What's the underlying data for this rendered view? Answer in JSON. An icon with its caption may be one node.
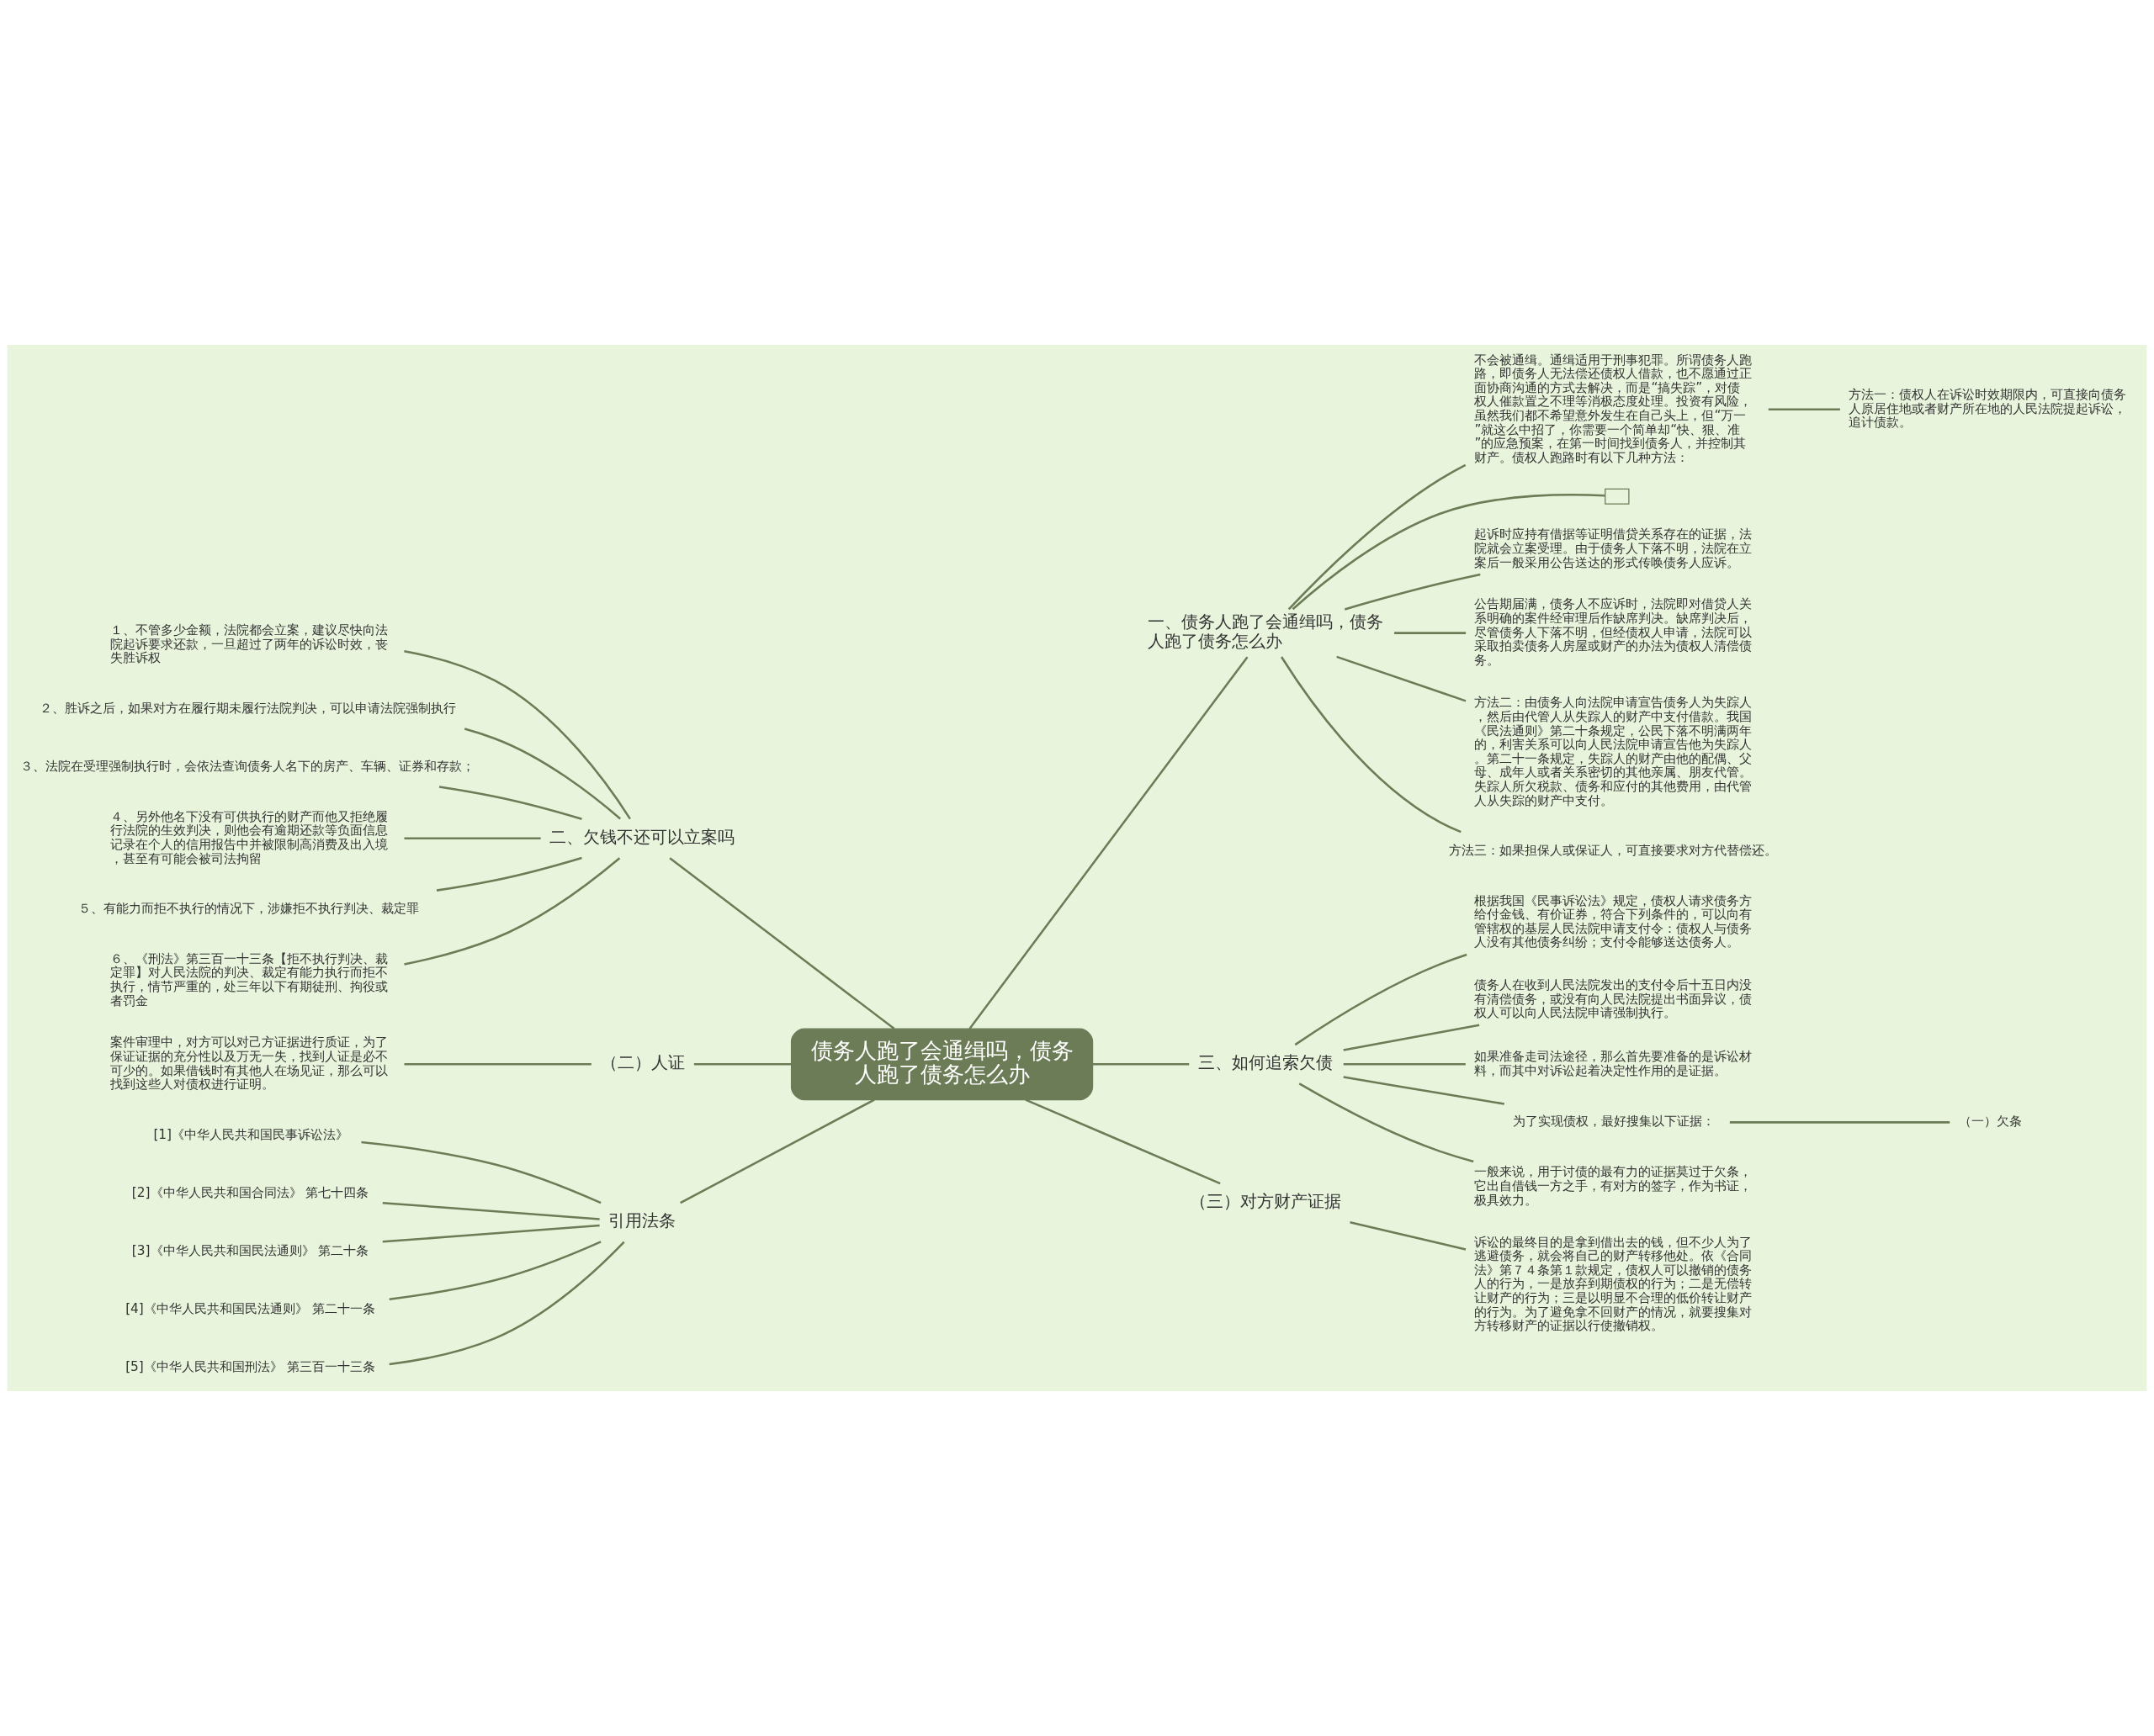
{
  "diagram": {
    "nodes": [
      {
        "text": [
          "债务人跑了会通缉吗，债务人跑了债务怎么办"
        ]
      },
      {
        "text": [
          "一、债务人跑了会通缉吗，债务人跑了债务怎么办"
        ]
      },
      {
        "text": [
          "不会被通缉。通缉适用于刑事犯罪。所谓债务人跑路，即债务人无法偿还债权人借款，也不愿通过正面协商沟通的方式去解决，而是“搞失踪”，对债权人催款置之不理等消极态度处理。投资有风险，虽然我们都不希望意外发生在自己头上，但“万一”就这么中招了，你需要一个简单却“快、狠、准”的应急预案，在第一时间找到债务人，并控制其财产。债权人跑路时有以下几种方法："
        ]
      },
      {
        "text": [
          "方法一：债权人在诉讼时效期限内，可直接向债务人原居住地或者财产所在地的人民法院提起诉讼，追计债款。"
        ]
      },
      {
        "text": [],
        "shape": "box"
      },
      {
        "text": [
          "起诉时应持有借据等证明借贷关系存在的证据，法院就会立案受理。由于债务人下落不明，法院在立案后一般采用公告送达的形式传唤债务人应诉。"
        ]
      },
      {
        "text": [
          "公告期届满，债务人不应诉时，法院即对借贷人关系明确的案件经审理后作缺席判决。缺席判决后，尽管债务人下落不明，但经债权人申请，法院可以采取拍卖债务人房屋或财产的办法为债权人清偿债务。"
        ]
      },
      {
        "text": [
          "方法二：由债务人向法院申请宣告债务人为失踪人，然后由代管人从失踪人的财产中支付借款。我国《民法通则》第二十条规定，公民下落不明满两年的，利害关系可以向人民法院申请宣告他为失踪人。第二十一条规定，失踪人的财产由他的配偶、父母、成年人或者关系密切的其他亲属、朋友代管。失踪人所欠税款、债务和应付的其他费用，由代管人从失踪的财产中支付。"
        ]
      },
      {
        "text": [
          "方法三：如果担保人或保证人，可直接要求对方代替偿还。"
        ]
      },
      {
        "text": [
          "三、如何追索欠债"
        ]
      },
      {
        "text": [
          "根据我国《民事诉讼法》规定，债权人请求债务方给付金钱、有价证券，符合下列条件的，可以向有管辖权的基层人民法院申请支付令：债权人与债务人没有其他债务纠纷；支付令能够送达债务人。"
        ]
      },
      {
        "text": [
          "债务人在收到人民法院发出的支付令后十五日内没有清偿债务，或没有向人民法院提出书面异议，债权人可以向人民法院申请强制执行。"
        ]
      },
      {
        "text": [
          "如果准备走司法途径，那么首先要准备的是诉讼材料，而其中对诉讼起着决定性作用的是证据。"
        ]
      },
      {
        "text": [
          "为了实现债权，最好搜集以下证据："
        ]
      },
      {
        "text": [
          "（一）欠条"
        ]
      },
      {
        "text": [
          "一般来说，用于讨债的最有力的证据莫过于欠条，它出自借钱一方之手，有对方的签字，作为书证，极具效力。"
        ]
      },
      {
        "text": [
          "（三）对方财产证据"
        ]
      },
      {
        "text": [
          "诉讼的最终目的是拿到借出去的钱，但不少人为了逃避债务，就会将自己的财产转移他处。依《合同法》第７４条第１款规定，债权人可以撤销的债务人的行为，一是放弃到期债权的行为；二是无偿转让财产的行为；三是以明显不合理的低价转让财产的行为。为了避免拿不回财产的情况，就要搜集对方转移财产的证据以行使撤销权。"
        ]
      },
      {
        "text": [
          "二、欠钱不还可以立案吗"
        ]
      },
      {
        "text": [
          "１、不管多少金额，法院都会立案，建议尽快向法院起诉要求还款，一旦超过了两年的诉讼时效，丧失胜诉权"
        ]
      },
      {
        "text": [
          "２、胜诉之后，如果对方在履行期未履行法院判决，可以申请法院强制执行"
        ]
      },
      {
        "text": [
          "３、法院在受理强制执行时，会依法查询债务人名下的房产、车辆、证券和存款；"
        ]
      },
      {
        "text": [
          "４、另外他名下没有可供执行的财产而他又拒绝履行法院的生效判决，则他会有逾期还款等负面信息记录在个人的信用报告中并被限制高消费及出入境，甚至有可能会被司法拘留"
        ]
      },
      {
        "text": [
          "５、有能力而拒不执行的情况下，涉嫌拒不执行判决、裁定罪"
        ]
      },
      {
        "text": [
          "６、《刑法》第三百一十三条【拒不执行判决、裁定罪】对人民法院的判决、裁定有能力执行而拒不执行，情节严重的，处三年以下有期徒刑、拘役或者罚金"
        ]
      },
      {
        "text": [
          "（二）人证"
        ]
      },
      {
        "text": [
          "案件审理中，对方可以对己方证据进行质证，为了保证证据的充分性以及万无一失，找到人证是必不可少的。如果借钱时有其他人在场见证，那么可以找到这些人对债权进行证明。"
        ]
      },
      {
        "text": [
          "引用法条"
        ]
      },
      {
        "text": [
          "[1]《中华人民共和国民事诉讼法》"
        ]
      },
      {
        "text": [
          "[2]《中华人民共和国合同法》 第七十四条"
        ]
      },
      {
        "text": [
          "[3]《中华人民共和国民法通则》 第二十条"
        ]
      },
      {
        "text": [
          "[4]《中华人民共和国民法通则》 第二十一条"
        ]
      },
      {
        "text": [
          "[5]《中华人民共和国刑法》 第三百一十三条"
        ]
      }
    ],
    "edges": [
      {
        "from": 0,
        "to": 1,
        "arrow": "none"
      },
      {
        "from": 1,
        "to": 2,
        "arrow": "none"
      },
      {
        "from": 2,
        "to": 3,
        "arrow": "none"
      },
      {
        "from": 1,
        "to": 4,
        "arrow": "none"
      },
      {
        "from": 1,
        "to": 5,
        "arrow": "none"
      },
      {
        "from": 1,
        "to": 6,
        "arrow": "none"
      },
      {
        "from": 1,
        "to": 7,
        "arrow": "none"
      },
      {
        "from": 1,
        "to": 8,
        "arrow": "none"
      },
      {
        "from": 0,
        "to": 9,
        "arrow": "none"
      },
      {
        "from": 9,
        "to": 10,
        "arrow": "none"
      },
      {
        "from": 9,
        "to": 11,
        "arrow": "none"
      },
      {
        "from": 9,
        "to": 12,
        "arrow": "none"
      },
      {
        "from": 9,
        "to": 13,
        "arrow": "none"
      },
      {
        "from": 13,
        "to": 14,
        "arrow": "none"
      },
      {
        "from": 9,
        "to": 15,
        "arrow": "none"
      },
      {
        "from": 0,
        "to": 16,
        "arrow": "none"
      },
      {
        "from": 16,
        "to": 17,
        "arrow": "none"
      },
      {
        "from": 18,
        "to": 0,
        "arrow": "none"
      },
      {
        "from": 19,
        "to": 18,
        "arrow": "none"
      },
      {
        "from": 20,
        "to": 18,
        "arrow": "none"
      },
      {
        "from": 21,
        "to": 18,
        "arrow": "none"
      },
      {
        "from": 22,
        "to": 18,
        "arrow": "none"
      },
      {
        "from": 23,
        "to": 18,
        "arrow": "none"
      },
      {
        "from": 24,
        "to": 18,
        "arrow": "none"
      },
      {
        "from": 25,
        "to": 0,
        "arrow": "none"
      },
      {
        "from": 26,
        "to": 25,
        "arrow": "none"
      },
      {
        "from": 27,
        "to": 0,
        "arrow": "none"
      },
      {
        "from": 28,
        "to": 27,
        "arrow": "none"
      },
      {
        "from": 29,
        "to": 27,
        "arrow": "none"
      },
      {
        "from": 30,
        "to": 27,
        "arrow": "none"
      },
      {
        "from": 31,
        "to": 27,
        "arrow": "none"
      },
      {
        "from": 32,
        "to": 27,
        "arrow": "none"
      }
    ]
  }
}
